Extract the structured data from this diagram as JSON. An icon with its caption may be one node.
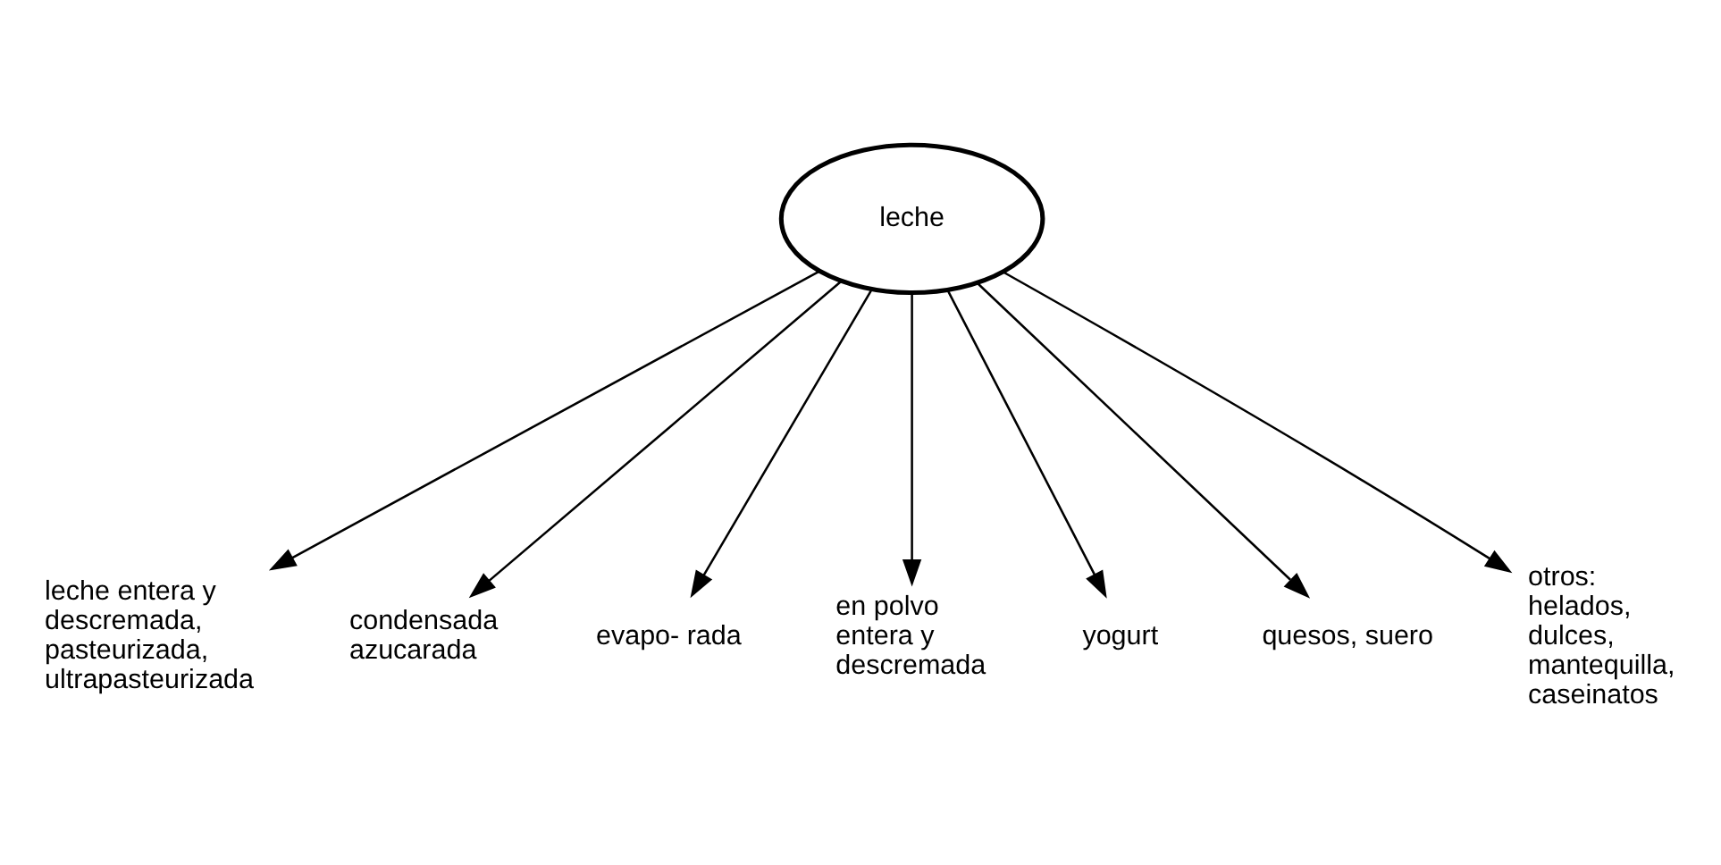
{
  "diagram": {
    "nodes": [
      {
        "text": [
          "leche"
        ]
      },
      {
        "text": [
          "leche entera y descremada, pasteurizada, ultrapasteurizada"
        ]
      },
      {
        "text": [
          "condensada azucarada"
        ]
      },
      {
        "text": [
          "evapo- rada"
        ]
      },
      {
        "text": [
          "en polvo entera y descremada"
        ]
      },
      {
        "text": [
          "yogurt"
        ]
      },
      {
        "text": [
          "quesos, suero"
        ]
      },
      {
        "text": [
          "otros: helados, dulces, mantequilla, caseinatos"
        ]
      }
    ],
    "edges": [
      {
        "from": 0,
        "to": 1,
        "arrow": "to"
      },
      {
        "from": 0,
        "to": 2,
        "arrow": "to"
      },
      {
        "from": 0,
        "to": 3,
        "arrow": "to"
      },
      {
        "from": 0,
        "to": 4,
        "arrow": "to"
      },
      {
        "from": 0,
        "to": 5,
        "arrow": "to"
      },
      {
        "from": 0,
        "to": 6,
        "arrow": "to"
      },
      {
        "from": 0,
        "to": 7,
        "arrow": "to"
      }
    ]
  }
}
